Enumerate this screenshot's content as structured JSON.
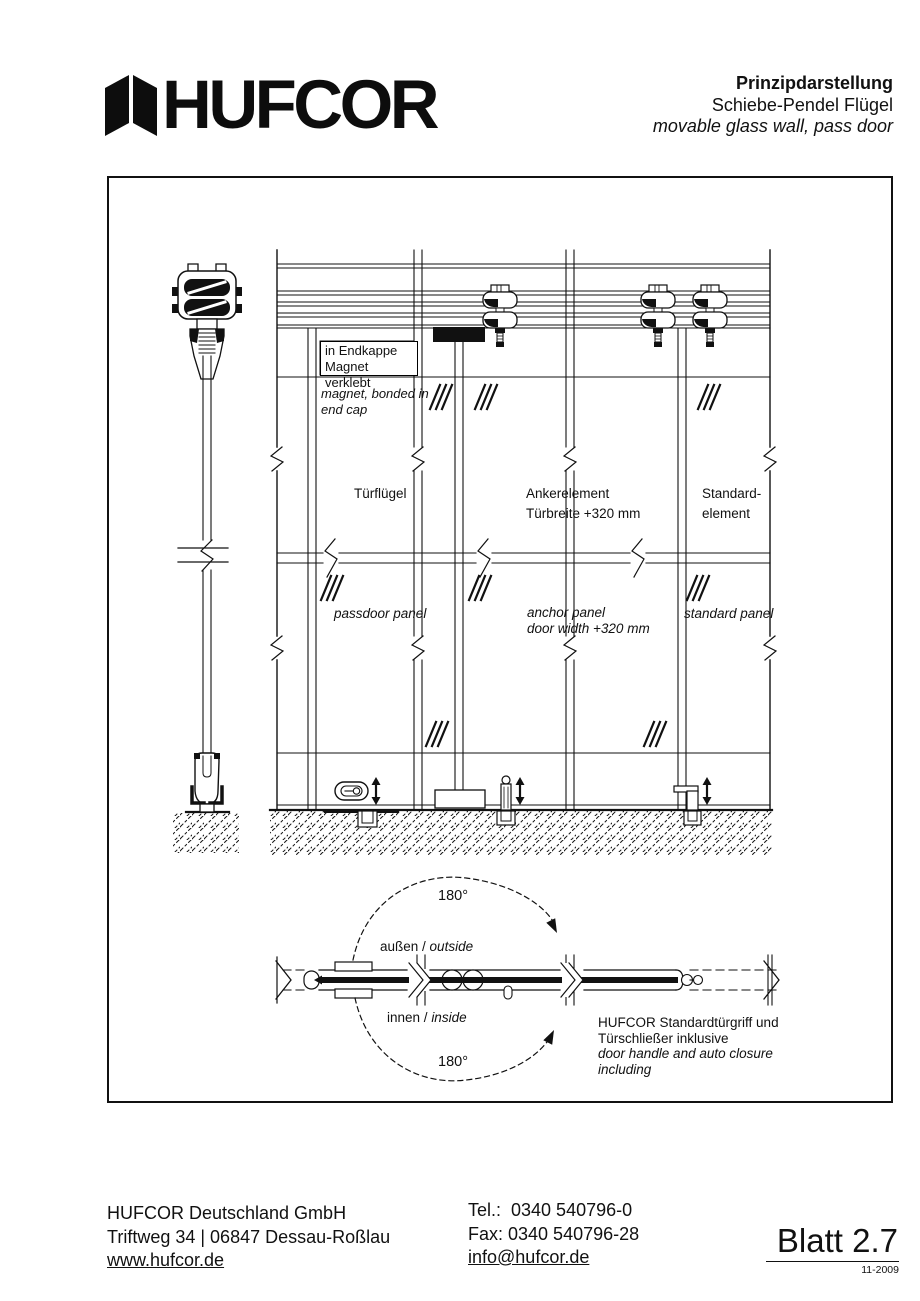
{
  "header": {
    "logo_text": "HUFCOR",
    "title_line1": "Prinzipdarstellung",
    "title_line2": "Schiebe-Pendel Flügel",
    "title_line3": "movable glass wall, pass door"
  },
  "diagram": {
    "endcap_box_line1": "in Endkappe",
    "endcap_box_line2": "Magnet verklebt",
    "endcap_note_line1": "magnet, bonded in",
    "endcap_note_line2": "end cap",
    "panel1_de": "Türflügel",
    "panel2_de_line1": "Ankerelement",
    "panel2_de_line2": "Türbreite +320 mm",
    "panel3_de_line1": "Standard-",
    "panel3_de_line2": "element",
    "panel1_en": "passdoor panel",
    "panel2_en_line1": "anchor panel",
    "panel2_en_line2": "door width +320 mm",
    "pan3_en": "standard panel",
    "swing_top_angle": "180°",
    "swing_bottom_angle": "180°",
    "outside_de": "außen /",
    "outside_en": "outside",
    "inside_de": "innen /",
    "inside_en": "inside",
    "handle_note_de_line1": "HUFCOR Standardtürgriff und",
    "handle_note_de_line2": "Türschließer inklusive",
    "handle_note_en_line1": "door handle and auto closure",
    "handle_note_en_line2": "including"
  },
  "footer": {
    "company": "HUFCOR Deutschland GmbH",
    "address": "Triftweg 34 | 06847 Dessau-Roßlau",
    "website": "www.hufcor.de",
    "tel": "Tel.:  0340 540796-0",
    "fax": "Fax: 0340 540796-28",
    "email": "info@hufcor.de",
    "sheet": "Blatt 2.7",
    "date": "11-2009"
  },
  "colors": {
    "ink": "#111111",
    "paper": "#ffffff"
  }
}
